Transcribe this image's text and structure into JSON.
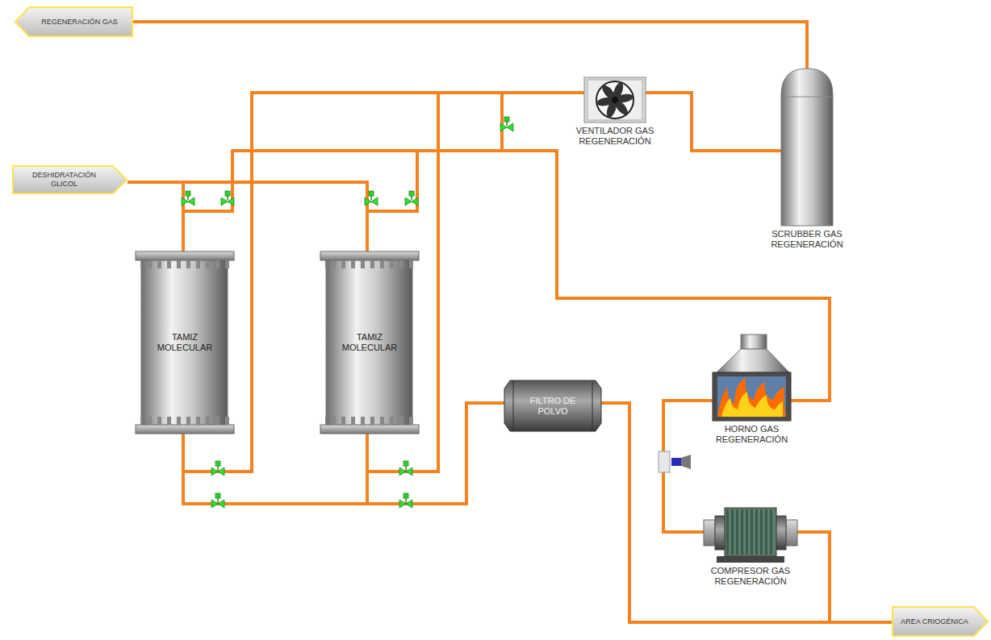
{
  "diagram": {
    "nodes": [
      {
        "text": [
          "REGENERACIÓN GAS"
        ]
      },
      {
        "text": [
          "DESHIDRATACIÓN GLICOL"
        ]
      },
      {
        "text": [
          "TAMIZ MOLECULAR"
        ]
      },
      {
        "text": [
          "TAMIZ MOLECULAR"
        ]
      },
      {
        "text": [
          "FILTRO DE POLVO"
        ]
      },
      {
        "text": [
          "VENTILADOR GAS REGENERACIÓN"
        ]
      },
      {
        "text": [
          "SCRUBBER GAS REGENERACIÓN"
        ]
      },
      {
        "text": [
          "HORNO GAS REGENERACIÓN"
        ]
      },
      {
        "text": [
          "COMPRESOR GAS REGENERACIÓN"
        ]
      },
      {
        "text": [
          "AREA CRIOGÉNICA"
        ]
      }
    ],
    "edges": [
      {
        "from": 6,
        "to": 0,
        "arrow": "none"
      },
      {
        "from": 1,
        "to": 2,
        "arrow": "none"
      },
      {
        "from": 1,
        "to": 3,
        "arrow": "none"
      },
      {
        "from": 2,
        "to": 4,
        "arrow": "none"
      },
      {
        "from": 3,
        "to": 4,
        "arrow": "none"
      },
      {
        "from": 4,
        "to": 9,
        "arrow": "none"
      },
      {
        "from": 4,
        "to": 8,
        "arrow": "none"
      },
      {
        "from": 8,
        "to": 7,
        "arrow": "none"
      },
      {
        "from": 7,
        "to": 2,
        "arrow": "none"
      },
      {
        "from": 7,
        "to": 3,
        "arrow": "none"
      },
      {
        "from": 2,
        "to": 5,
        "arrow": "none"
      },
      {
        "from": 3,
        "to": 5,
        "arrow": "none"
      },
      {
        "from": 5,
        "to": 6,
        "arrow": "none"
      }
    ]
  }
}
